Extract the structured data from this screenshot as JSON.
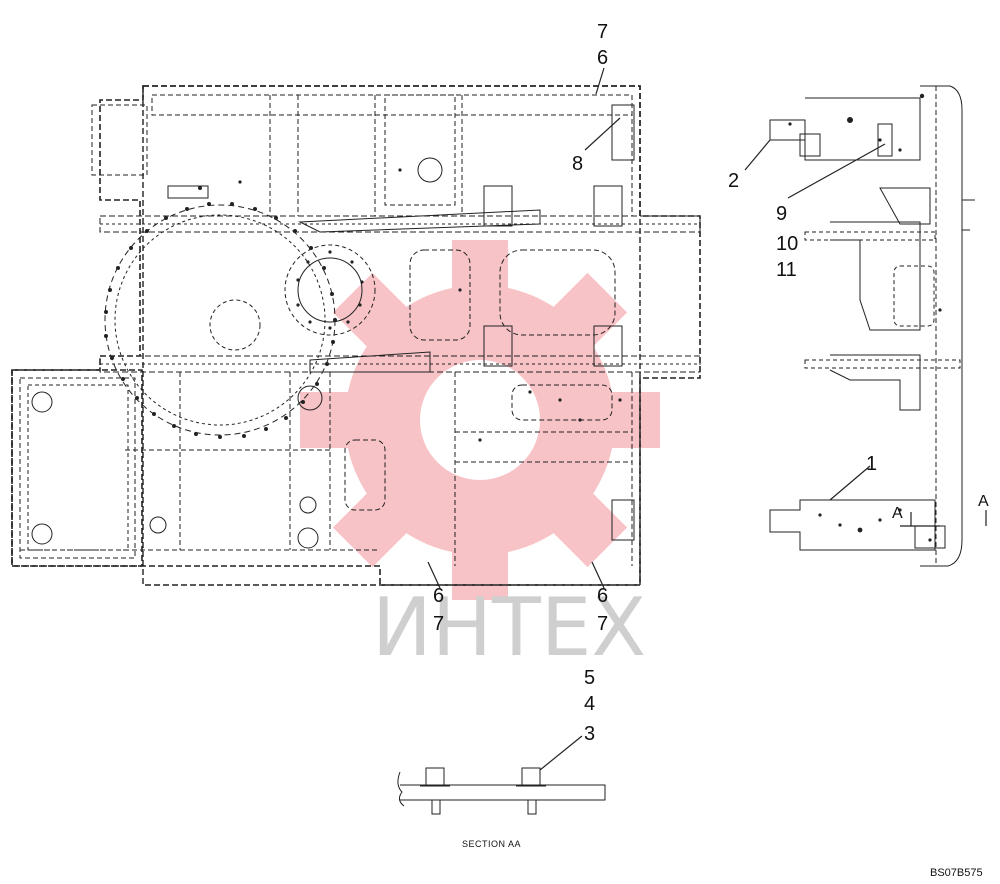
{
  "callouts": {
    "c7_top": "7",
    "c6_top": "6",
    "c8": "8",
    "c2": "2",
    "c9": "9",
    "c10": "10",
    "c11": "11",
    "c1": "1",
    "cA1": "A",
    "cA2": "A",
    "c6_bl": "6",
    "c7_bl": "7",
    "c6_br": "6",
    "c7_br": "7",
    "c5": "5",
    "c4": "4",
    "c3": "3"
  },
  "section_label": "SECTION AA",
  "drawing_code": "BS07B575",
  "watermark": {
    "text": "ИНТЕХ",
    "gear_color": "#f6b9bd",
    "text_color": "#cfcfcf"
  },
  "colors": {
    "line": "#222222",
    "dash": "#333333"
  }
}
